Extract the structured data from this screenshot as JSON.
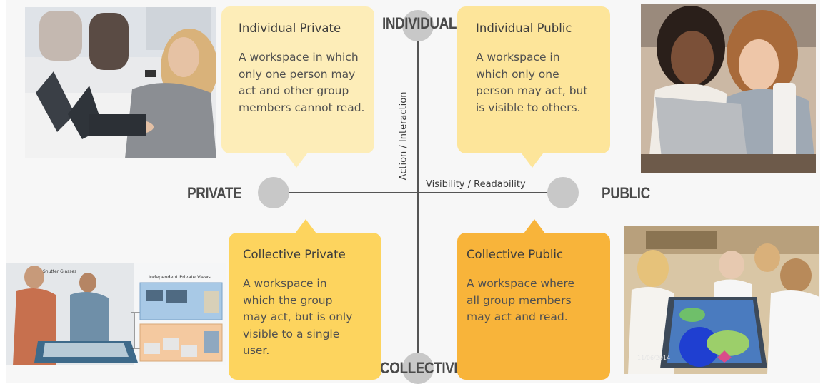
{
  "axes": {
    "top": "INDIVIDUAL",
    "bottom": "COLLECTIVE",
    "left": "PRIVATE",
    "right": "PUBLIC",
    "vertical_caption": "Action / Interaction",
    "horizontal_caption": "Visibility / Readability"
  },
  "quadrants": {
    "individual_private": {
      "title": "Individual Private",
      "body": "A workspace in which\nonly one person may\nact and other group\nmembers cannot read.",
      "color": "#fdedb8"
    },
    "individual_public": {
      "title": "Individual Public",
      "body": "A workspace in\nwhich only one\nperson may act, but\nis visible to others.",
      "color": "#fde59a"
    },
    "collective_private": {
      "title": "Collective Private",
      "body": "A workspace in\nwhich the group\nmay act, but is only\nvisible to a single\nuser.",
      "color": "#fdd45e"
    },
    "collective_public": {
      "title": "Collective Public",
      "body": "A workspace where\nall group members\nmay act and read.",
      "color": "#f8b43a"
    }
  },
  "photos": {
    "bottom_left_labels": {
      "shutter": "Shutter Glasses",
      "views": "Independent Private Views"
    },
    "bottom_right_watermark": "11/06/2014"
  },
  "colors": {
    "axis_line": "#555555",
    "axis_dot": "#c8c8c8",
    "axis_text": "#4a4a4a"
  }
}
